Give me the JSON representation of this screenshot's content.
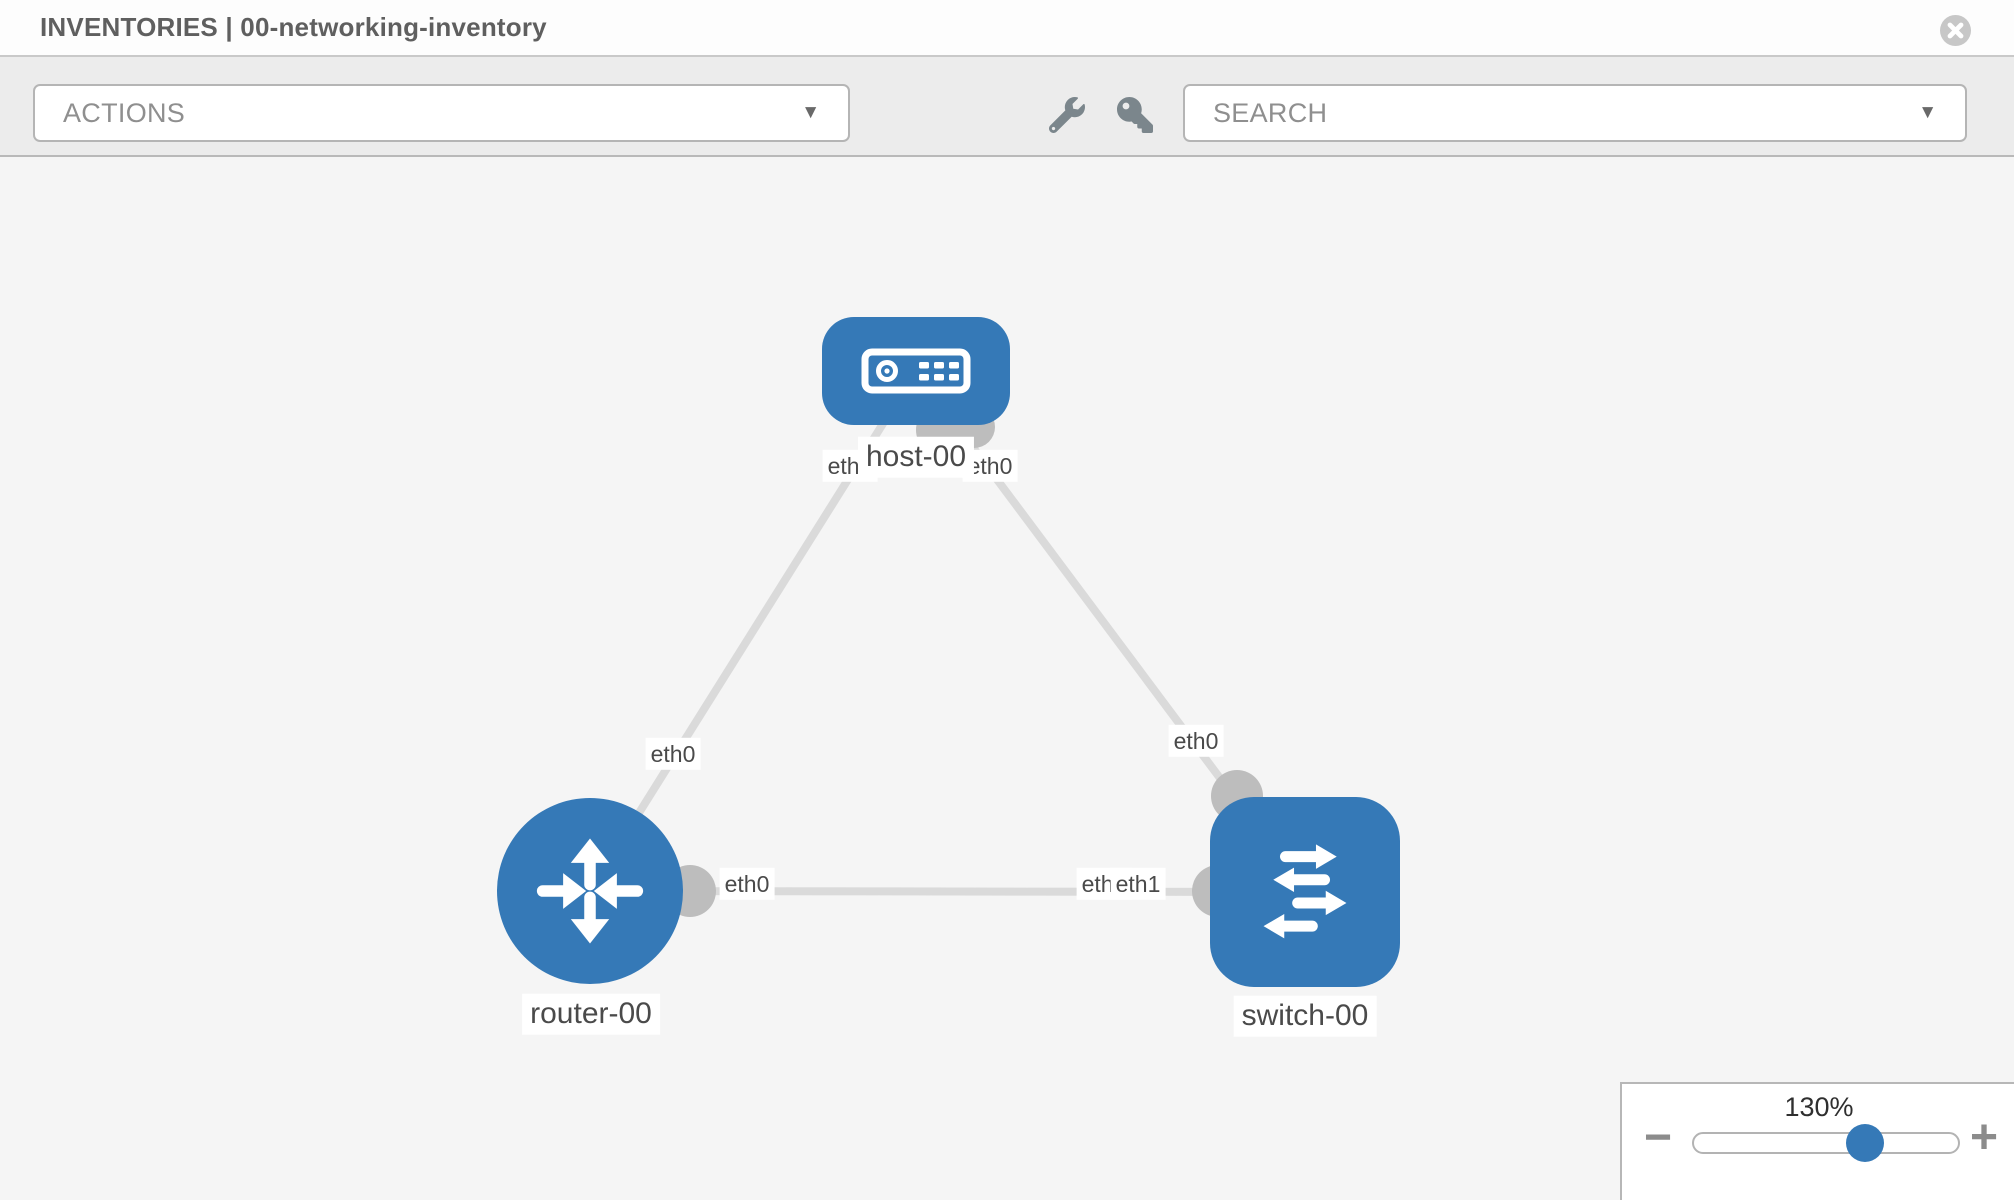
{
  "window": {
    "title": "INVENTORIES | 00-networking-inventory"
  },
  "toolbar": {
    "actions_label": "ACTIONS",
    "search_label": "SEARCH",
    "caret_glyph": "▼"
  },
  "topology": {
    "nodes": [
      {
        "name": "host-00",
        "type": "host"
      },
      {
        "name": "router-00",
        "type": "router"
      },
      {
        "name": "switch-00",
        "type": "switch"
      }
    ],
    "links": [
      {
        "from": "host-00",
        "from_interface": "eth0",
        "to": "router-00",
        "to_interface": "eth0"
      },
      {
        "from": "host-00",
        "from_interface": "eth0",
        "to": "switch-00",
        "to_interface": "eth0"
      },
      {
        "from": "router-00",
        "from_interface": "eth0",
        "to": "switch-00",
        "to_interface": "eth1"
      }
    ],
    "extra_overlapped_label": "eth0"
  },
  "zoom_control": {
    "level": "130%",
    "minus_label": "−",
    "plus_label": "+"
  },
  "colors": {
    "node_blue": "#3579b7",
    "link_gray": "#dadada",
    "port_gray": "#bdbdbd",
    "canvas_bg": "#f5f5f5",
    "toolbar_bg": "#ececec",
    "label_text": "#4a4a4a"
  }
}
